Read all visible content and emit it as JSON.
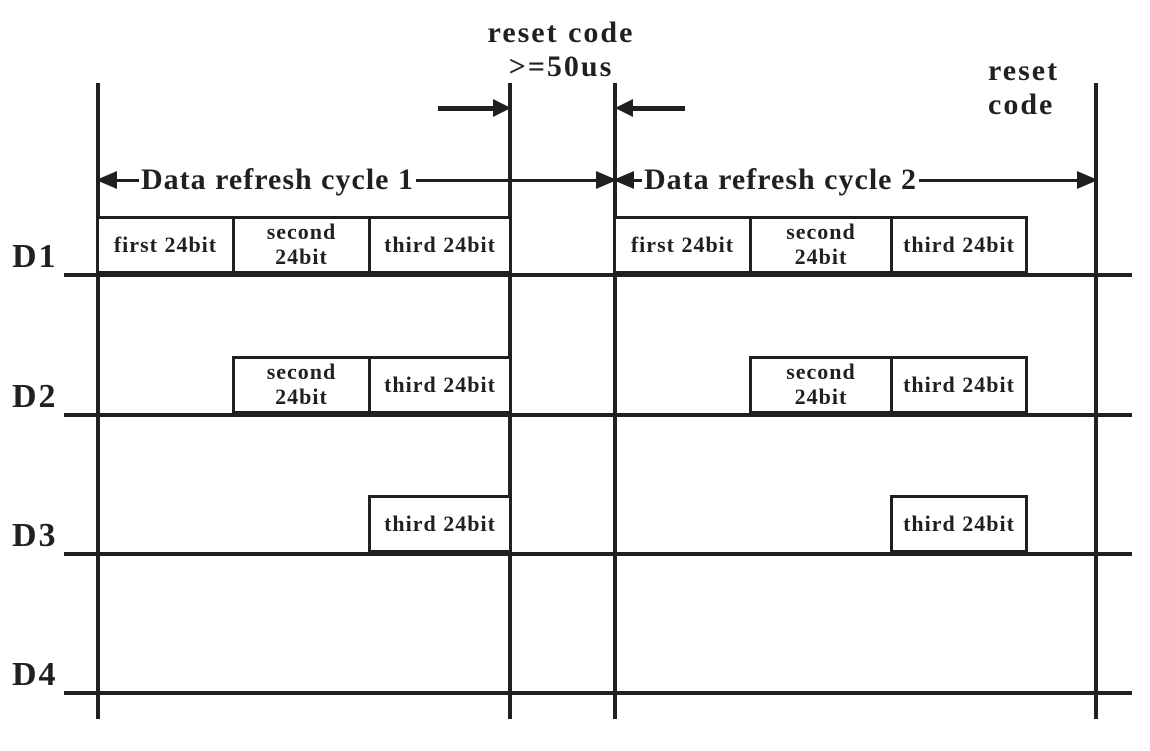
{
  "diagram": {
    "background_color": "#ffffff",
    "ink_color": "#231f20",
    "reset_annotation": {
      "line1": "reset code",
      "line2": ">=50us"
    },
    "right_reset_annotation": {
      "line1": "reset",
      "line2": "code"
    },
    "cycles": [
      {
        "label": "Data refresh cycle 1"
      },
      {
        "label": "Data refresh cycle 2"
      }
    ],
    "rows": [
      {
        "label": "D1",
        "cycle1_boxes": [
          "first 24bit",
          "second\n24bit",
          "third 24bit"
        ],
        "cycle2_boxes": [
          "first 24bit",
          "second\n24bit",
          "third 24bit"
        ]
      },
      {
        "label": "D2",
        "cycle1_boxes": [
          "second\n24bit",
          "third 24bit"
        ],
        "cycle2_boxes": [
          "second\n24bit",
          "third 24bit"
        ]
      },
      {
        "label": "D3",
        "cycle1_boxes": [
          "third 24bit"
        ],
        "cycle2_boxes": [
          "third 24bit"
        ]
      },
      {
        "label": "D4",
        "cycle1_boxes": [],
        "cycle2_boxes": []
      }
    ]
  }
}
